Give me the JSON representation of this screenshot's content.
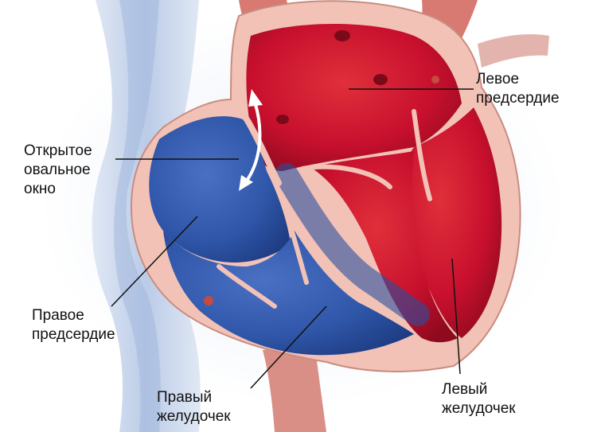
{
  "labels": {
    "left_atrium": [
      "Левое",
      "предсердие"
    ],
    "foramen_ovale": [
      "Открытое",
      "овальное",
      "окно"
    ],
    "right_atrium": [
      "Правое",
      "предсердие"
    ],
    "right_ventricle": [
      "Правый",
      "желудочек"
    ],
    "left_ventricle": [
      "Левый",
      "желудочек"
    ]
  },
  "colors": {
    "oxygenated_blood": "#c8102e",
    "deoxygenated_blood": "#2f56a8",
    "heart_wall": "#f2c2b6",
    "vessel_blue": "#c9d7ec",
    "leader_line": "#111111"
  }
}
